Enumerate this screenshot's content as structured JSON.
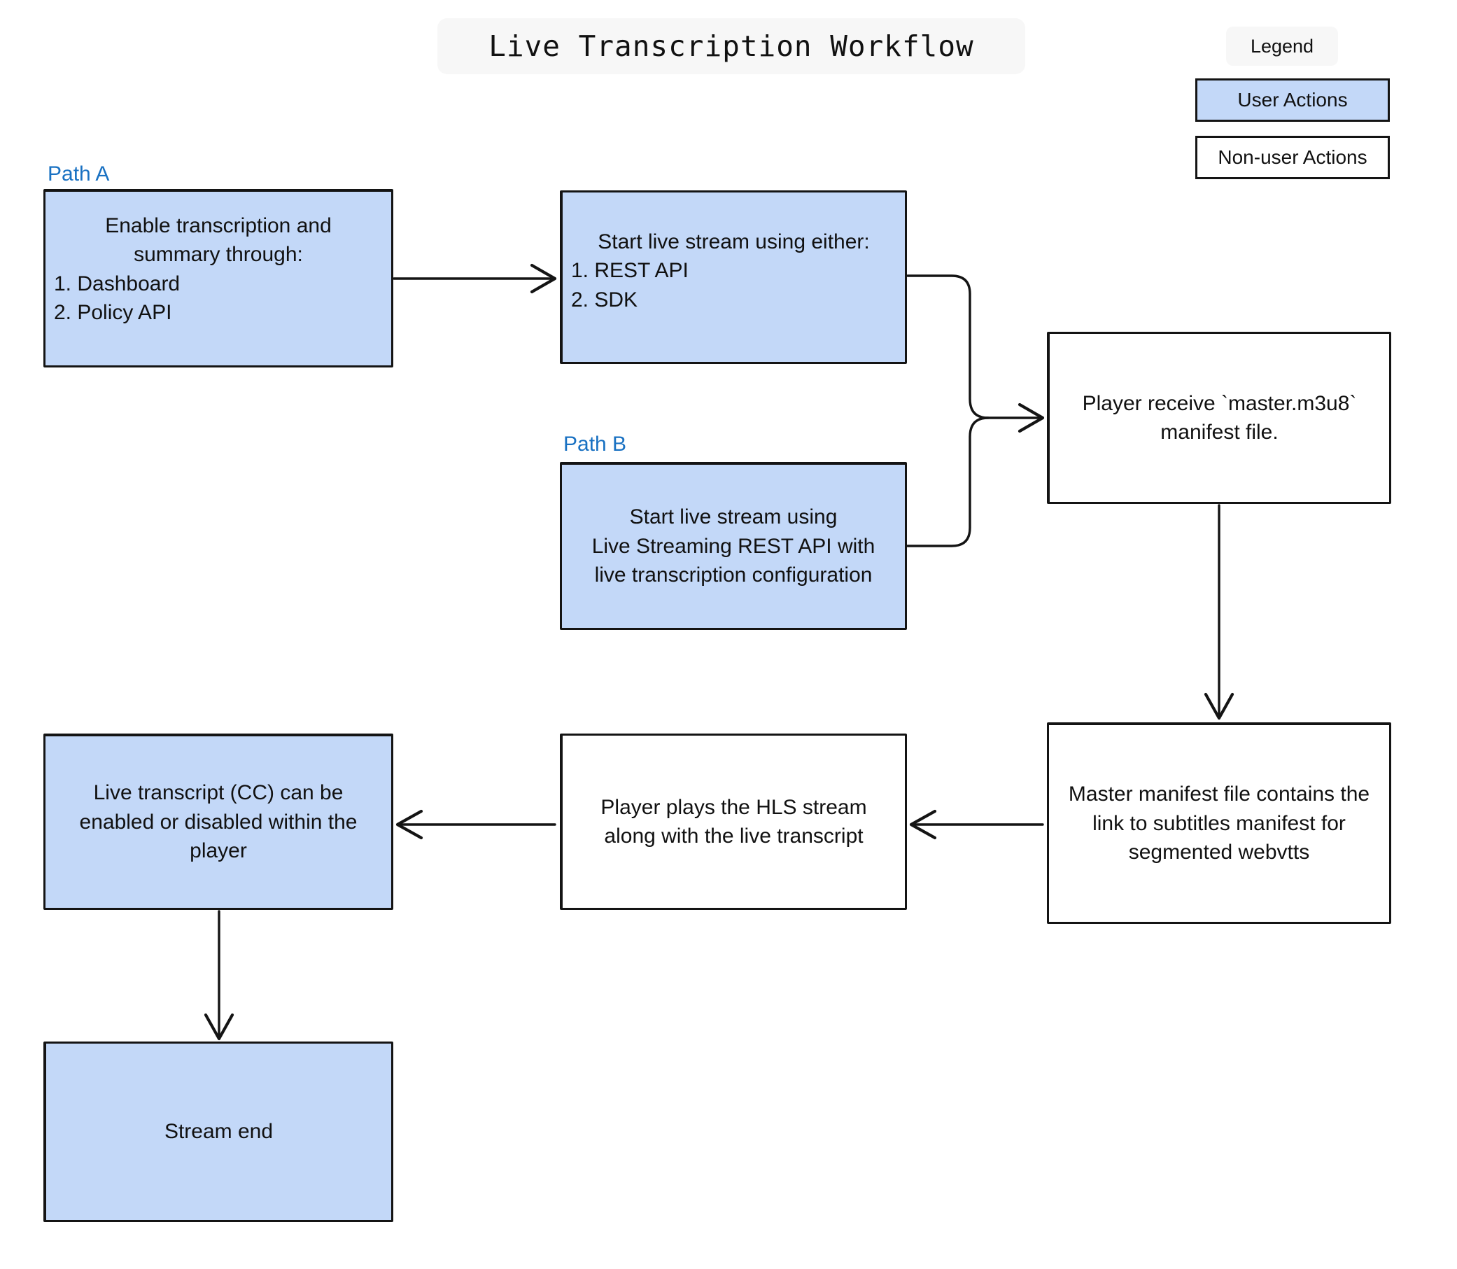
{
  "diagram": {
    "title": "Live Transcription Workflow",
    "legend": {
      "title": "Legend",
      "items": [
        {
          "label": "User Actions",
          "fill": "#c3d8f8",
          "kind": "user"
        },
        {
          "label": "Non-user Actions",
          "fill": "#ffffff",
          "kind": "non-user"
        }
      ]
    },
    "colors": {
      "user_action_fill": "#c3d8f8",
      "non_user_action_fill": "#ffffff",
      "stroke": "#141414",
      "path_label": "#1971c2",
      "chip_background": "#f7f7f7"
    },
    "path_labels": {
      "a": "Path A",
      "b": "Path B"
    },
    "nodes": {
      "enable_transcription": {
        "head_line_1": "Enable transcription and",
        "head_line_2": "summary through:",
        "item_1": "1. Dashboard",
        "item_2": "2. Policy API",
        "kind": "user"
      },
      "start_stream_either": {
        "head_line_1": "Start live stream using either:",
        "item_1": "1. REST API",
        "item_2": "2. SDK",
        "kind": "user"
      },
      "start_stream_config": {
        "line_1": "Start live stream using",
        "line_2": "Live Streaming REST API with",
        "line_3": "live transcription configuration",
        "kind": "user"
      },
      "player_receive_manifest": {
        "line_1": "Player receive `master.m3u8`",
        "line_2": "manifest file.",
        "kind": "non-user"
      },
      "master_manifest_contains": {
        "line_1": "Master manifest file contains the",
        "line_2": "link to subtitles manifest for",
        "line_3": "segmented webvtts",
        "kind": "non-user"
      },
      "player_plays_hls": {
        "line_1": "Player plays the HLS stream",
        "line_2": "along with the live transcript",
        "kind": "non-user"
      },
      "live_transcript_cc": {
        "line_1": "Live transcript (CC) can be",
        "line_2": "enabled or disabled within the",
        "line_3": "player",
        "kind": "user"
      },
      "stream_end": {
        "line_1": "Stream end",
        "kind": "user"
      }
    }
  }
}
